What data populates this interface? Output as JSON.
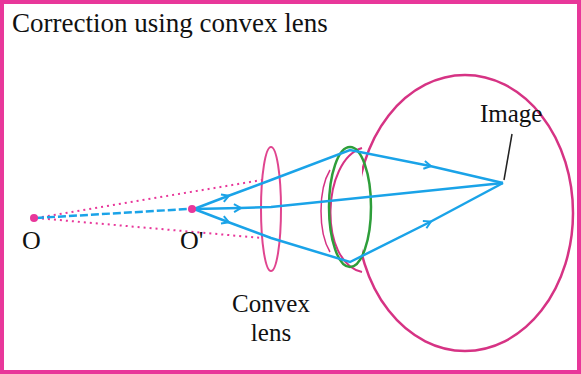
{
  "diagram": {
    "title": "Correction using convex lens",
    "labels": [
      "Image",
      "O",
      "O'",
      "Convex lens"
    ]
  }
}
